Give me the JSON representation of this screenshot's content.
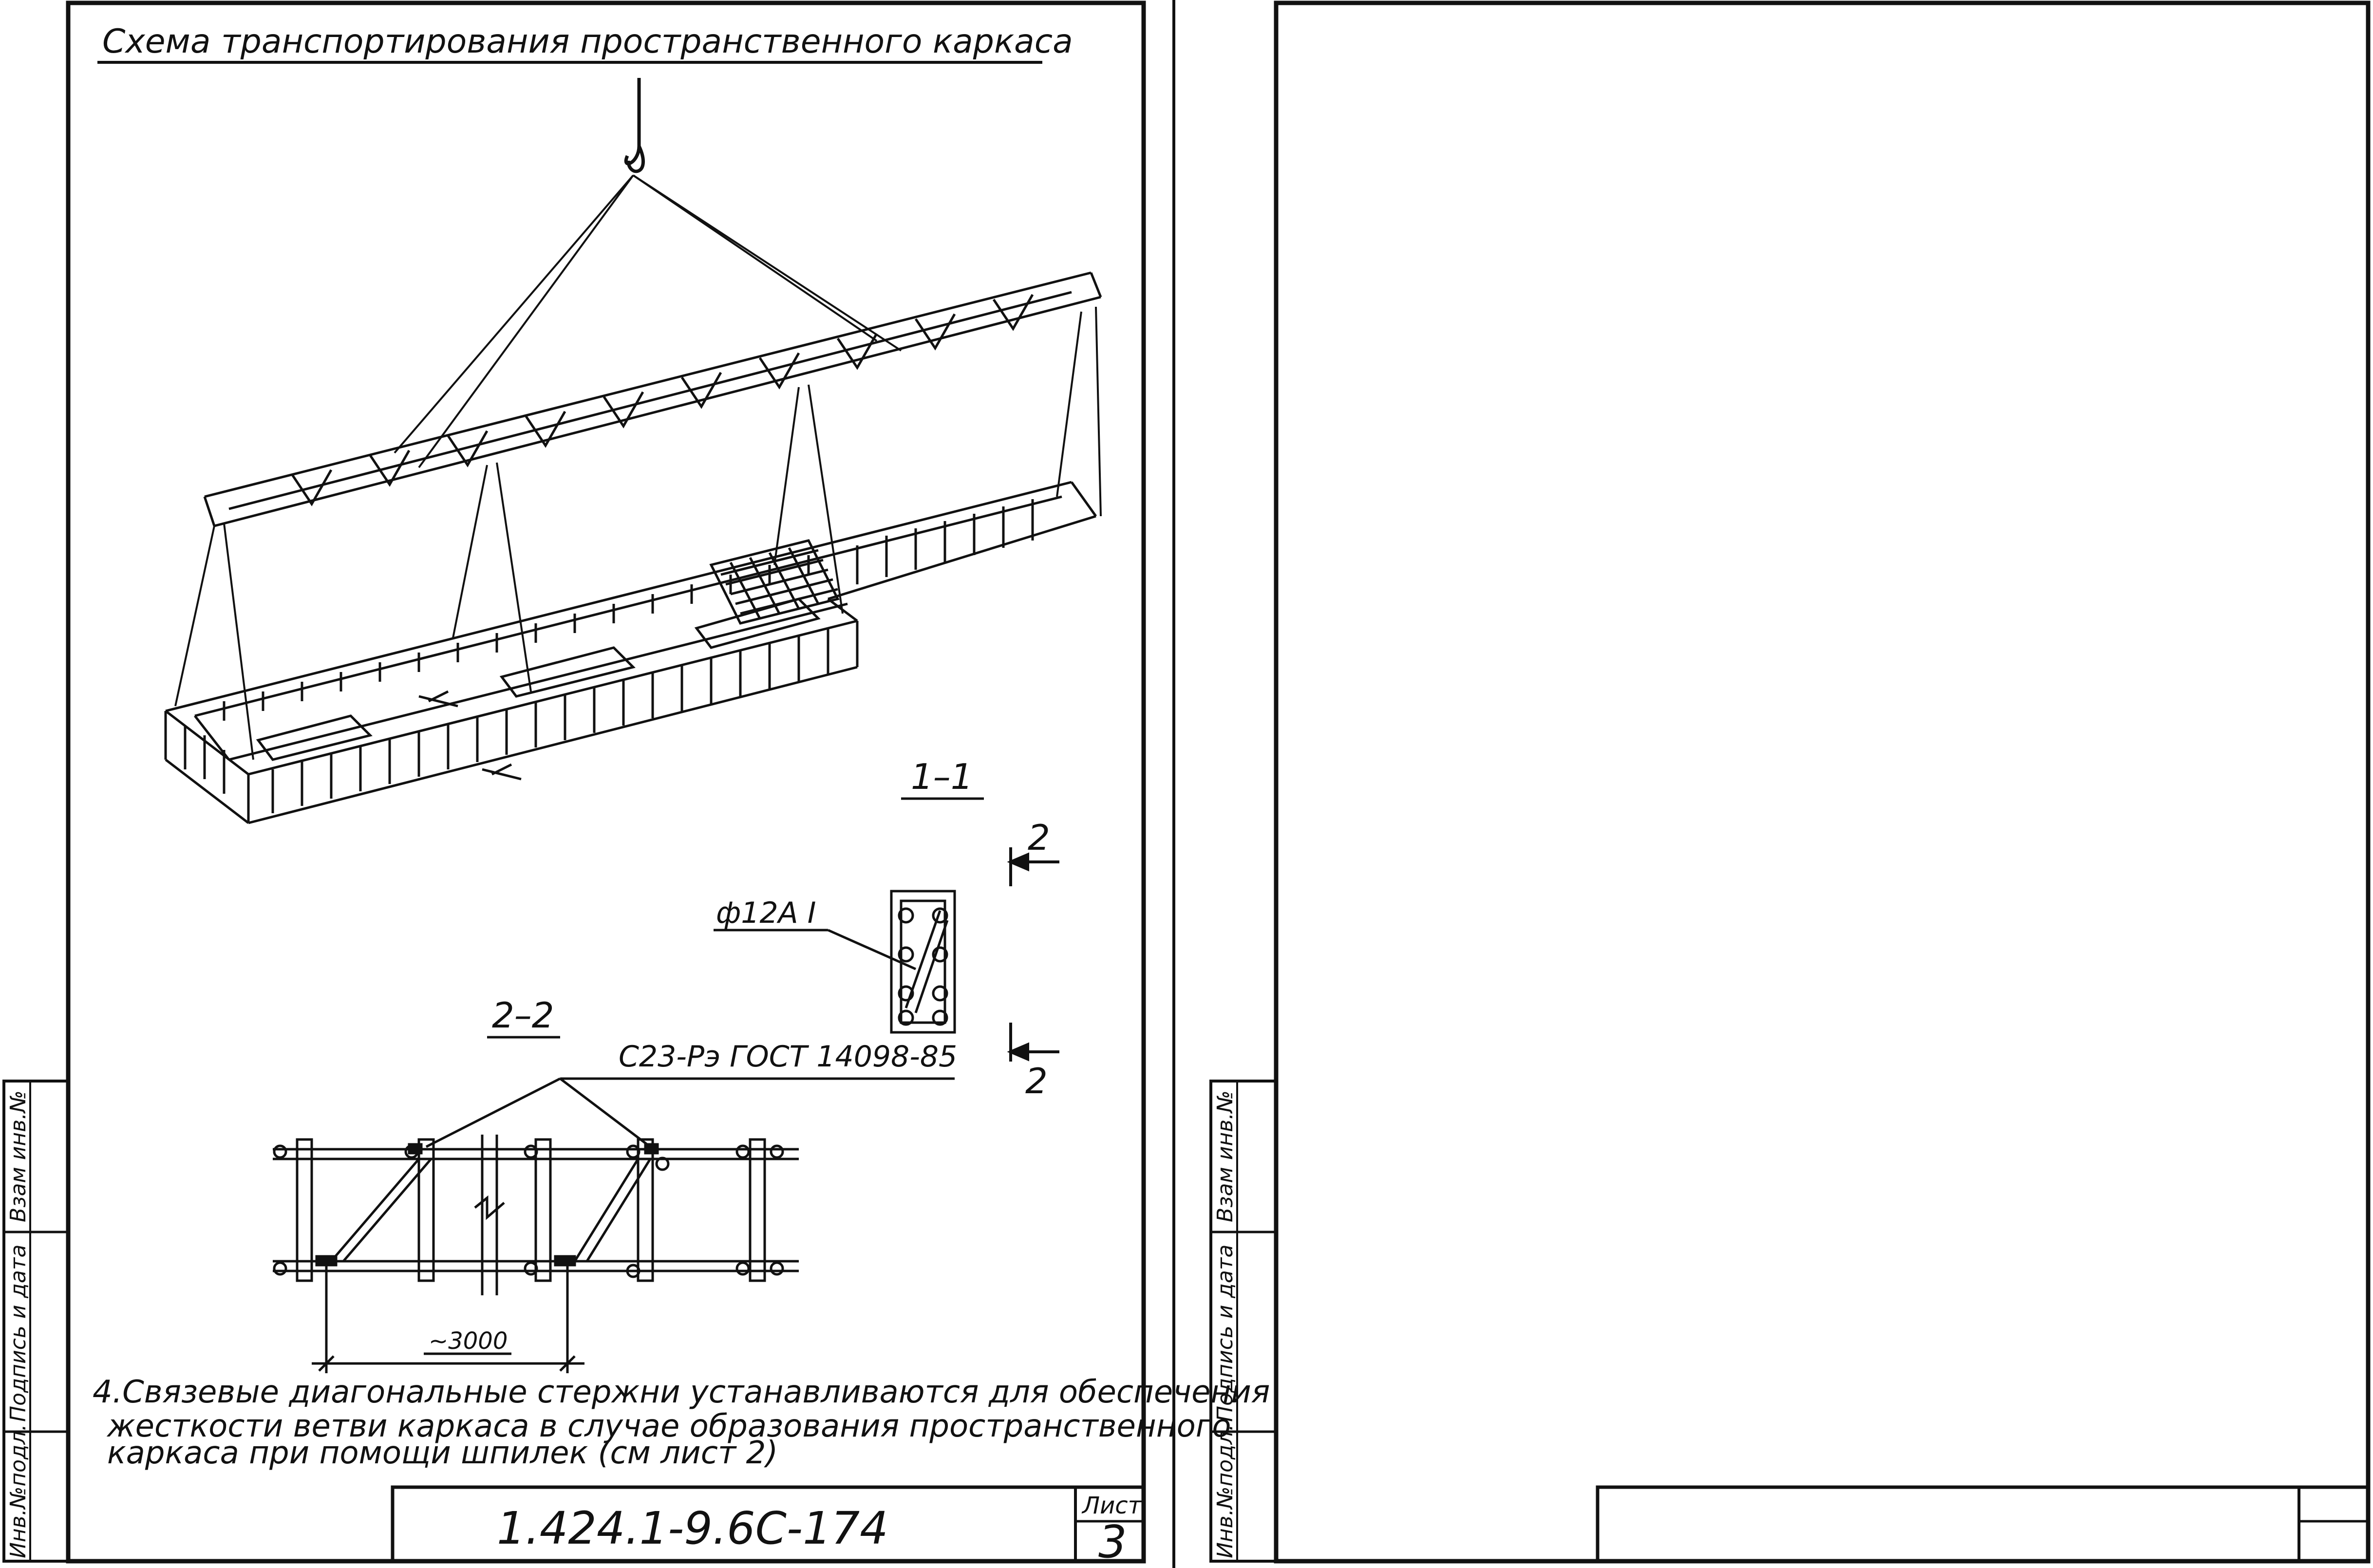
{
  "title": "Схема транспортирования пространственного каркаса",
  "section_1_1": "1–1",
  "section_2_2": "2–2",
  "section_mark": "2",
  "rebar_label": "ф12А I",
  "weld_label": "С23-Рэ ГОСТ 14098-85",
  "dimension_label": "~3000",
  "note_lines": [
    "4.Связевые диагональные стержни устанавливаются для обеспечения",
    "жесткости ветви каркаса в случае образования пространственного",
    "каркаса при помощи шпилек (см лист 2)"
  ],
  "side_stamp": {
    "inv_orig": "Инв.№подл.",
    "signature_date": "Подпись и дата",
    "replace_inv": "Взам инв.№"
  },
  "title_block": {
    "code": "1.424.1-9.6С-174",
    "sheet_label": "Лист",
    "sheet_number": "3"
  }
}
